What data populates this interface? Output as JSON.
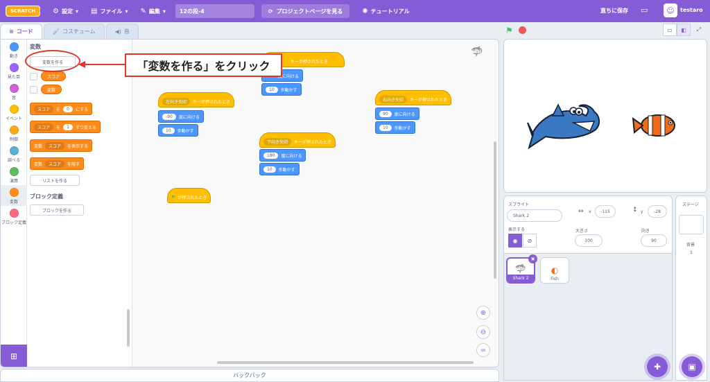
{
  "menubar": {
    "logo": "SCRATCH",
    "settings": "設定",
    "file": "ファイル",
    "edit": "編集",
    "project_title": "12の段-4",
    "project_page": "プロジェクトページを見る",
    "tutorial": "チュートリアル",
    "save_now": "直ちに保存",
    "username": "testaro"
  },
  "tabs": [
    {
      "label": "コード"
    },
    {
      "label": "コスチューム"
    },
    {
      "label": "音"
    }
  ],
  "categories": [
    {
      "label": "動き",
      "color": "#4c97ff"
    },
    {
      "label": "見た目",
      "color": "#9966ff"
    },
    {
      "label": "音",
      "color": "#cf63cf"
    },
    {
      "label": "イベント",
      "color": "#ffbf00"
    },
    {
      "label": "制御",
      "color": "#ffab19"
    },
    {
      "label": "調べる",
      "color": "#5cb1d6"
    },
    {
      "label": "演算",
      "color": "#59c059"
    },
    {
      "label": "変数",
      "color": "#ff8c1a"
    },
    {
      "label": "ブロック定義",
      "color": "#ff6680"
    }
  ],
  "palette": {
    "section_title": "変数",
    "make_var": "変数を作る",
    "var_score": "スコア",
    "var_generic": "変数",
    "set_block": {
      "dd": "スコア",
      "to": "を",
      "val": "0",
      "suffix": "にする"
    },
    "change_block": {
      "dd": "スコア",
      "by": "を",
      "val": "1",
      "suffix": "ずつ変える"
    },
    "show_block": {
      "prefix": "変数",
      "dd": "スコア",
      "suffix": "を表示する"
    },
    "hide_block": {
      "prefix": "変数",
      "dd": "スコア",
      "suffix": "を隠す"
    },
    "make_list": "リストを作る",
    "block_def_title": "ブロック定義",
    "make_block": "ブロックを作る"
  },
  "scripts": {
    "left": {
      "key": "左向き矢印",
      "hat": "キーが押されたとき",
      "deg": "-90",
      "turn": "度に向ける",
      "steps": "10",
      "move": "歩動かす"
    },
    "up": {
      "key": "",
      "hat": "キーが押されたとき",
      "deg": "",
      "turn": "度に向ける",
      "steps": "10",
      "move": "歩動かす"
    },
    "down": {
      "key": "下向き矢印",
      "hat": "キーが押されたとき",
      "deg": "180",
      "turn": "度に向ける",
      "steps": "10",
      "move": "歩動かす"
    },
    "right": {
      "key": "右向き矢印",
      "hat": "キーが押されたとき",
      "deg": "90",
      "turn": "度に向ける",
      "steps": "10",
      "move": "歩動かす"
    },
    "flag": {
      "label": "が押されたとき"
    }
  },
  "annotation": "「変数を作る」をクリック",
  "backpack": "バックパック",
  "sprite": {
    "label": "スプライト",
    "name": "Shark 2",
    "x_label": "x",
    "x": "-115",
    "y_label": "y",
    "y": "-28",
    "show_label": "表示する",
    "size_label": "大きさ",
    "size": "100",
    "direction_label": "向き",
    "direction": "90"
  },
  "sprites": [
    {
      "name": "Shark 2"
    },
    {
      "name": "Fish"
    }
  ],
  "stage_panel": {
    "title": "ステージ",
    "backdrop_label": "背景",
    "backdrop_count": "1"
  },
  "colors": {
    "accent": "#855cd6",
    "annotation": "#d93a2b"
  }
}
